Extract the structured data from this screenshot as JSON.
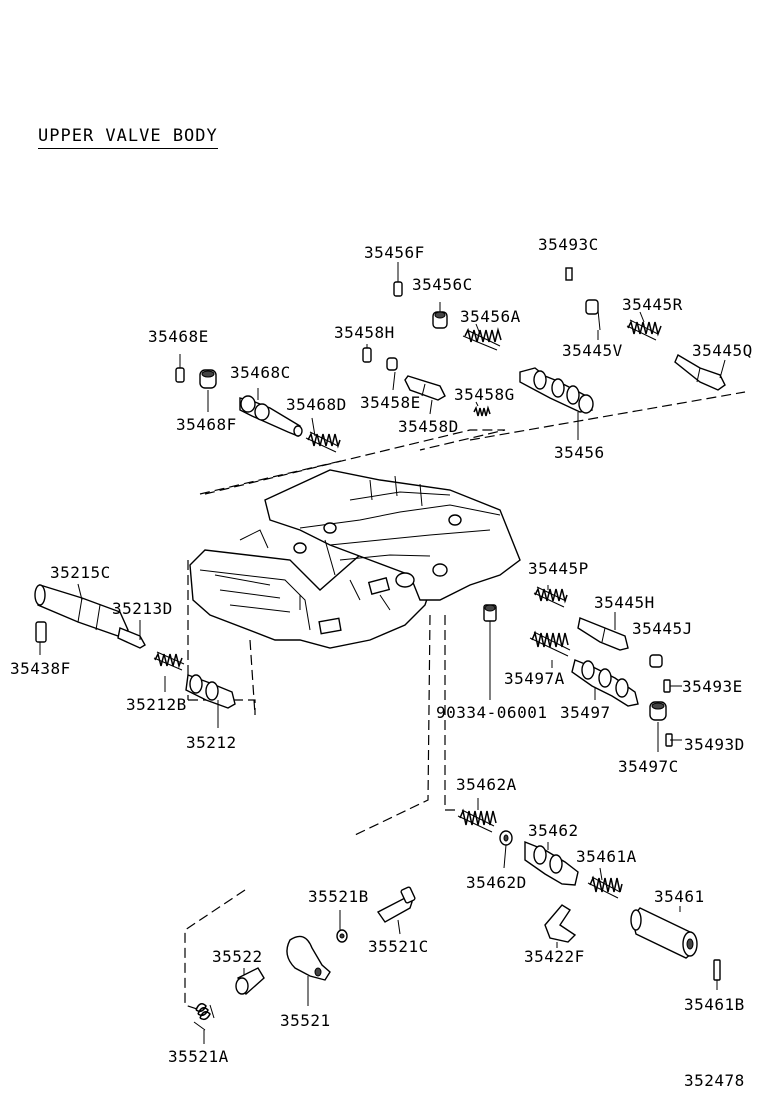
{
  "title": "UPPER VALVE BODY",
  "diagram_id": "352478",
  "labels": {
    "p35456F": "35456F",
    "p35493C": "35493C",
    "p35456C": "35456C",
    "p35456A": "35456A",
    "p35445R": "35445R",
    "p35458H": "35458H",
    "p35445V": "35445V",
    "p35445Q": "35445Q",
    "p35468E": "35468E",
    "p35468C": "35468C",
    "p35458E": "35458E",
    "p35458G": "35458G",
    "p35468F": "35468F",
    "p35468D": "35468D",
    "p35458D": "35458D",
    "p35456": "35456",
    "p35215C": "35215C",
    "p35213D": "35213D",
    "p35438F": "35438F",
    "p35212B": "35212B",
    "p35212": "35212",
    "p35445P": "35445P",
    "p35445H": "35445H",
    "p35445J": "35445J",
    "p35497A": "35497A",
    "p35493E": "35493E",
    "p90334": "90334-06001",
    "p35497": "35497",
    "p35493D": "35493D",
    "p35497C": "35497C",
    "p35462A": "35462A",
    "p35462": "35462",
    "p35461A": "35461A",
    "p35462D": "35462D",
    "p35521B": "35521B",
    "p35461": "35461",
    "p35521C": "35521C",
    "p35422F": "35422F",
    "p35522": "35522",
    "p35521": "35521",
    "p35461B": "35461B",
    "p35521A": "35521A"
  }
}
